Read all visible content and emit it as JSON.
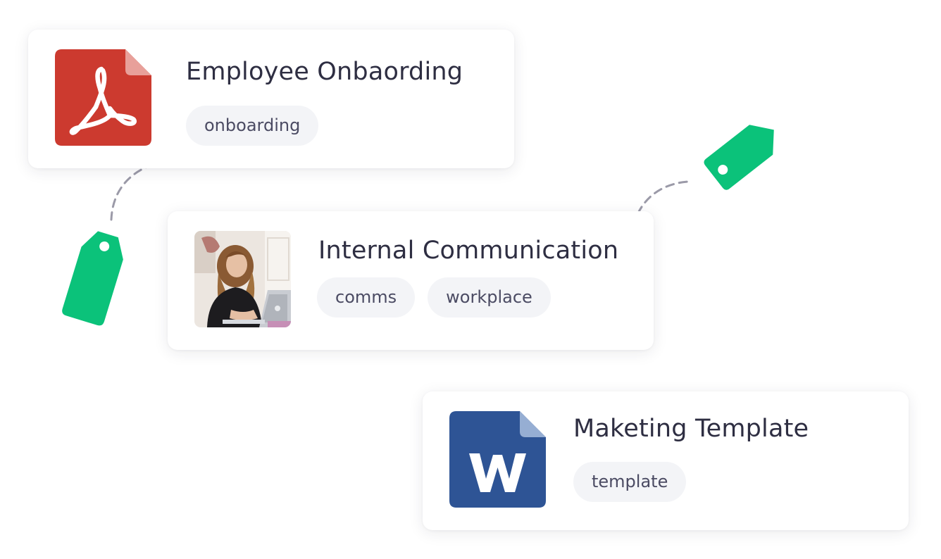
{
  "documents": [
    {
      "title": "Employee Onbaording",
      "icon": "pdf-file-icon",
      "tags": [
        "onboarding"
      ]
    },
    {
      "title": "Internal Communication",
      "icon": "photo-thumbnail",
      "tags": [
        "comms",
        "workplace"
      ]
    },
    {
      "title": "Maketing Template",
      "icon": "word-file-icon",
      "tags": [
        "template"
      ]
    }
  ],
  "colors": {
    "tag_green": "#0bc27a",
    "pdf_red": "#cc3a2f",
    "word_blue": "#2e5495",
    "title_text": "#2e2e42",
    "chip_bg": "#f3f4f7"
  }
}
